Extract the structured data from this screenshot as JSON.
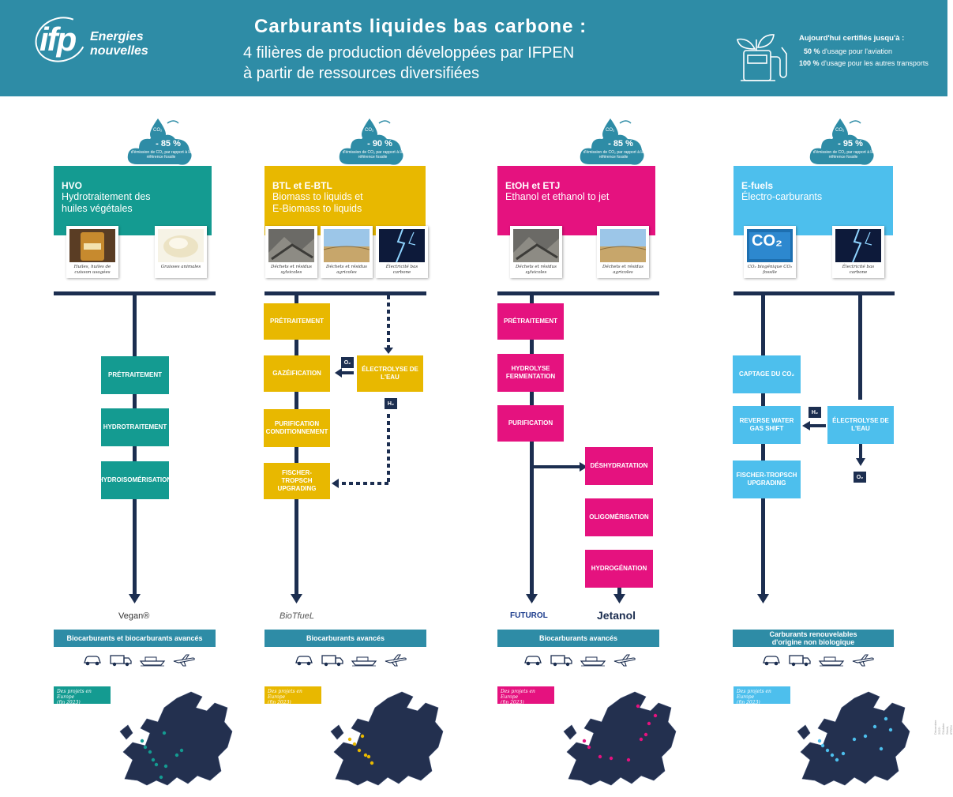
{
  "header": {
    "logo_mark": "ifp",
    "logo_line1": "Energies",
    "logo_line2": "nouvelles",
    "title": "Carburants liquides bas carbone :",
    "subtitle_line1": "4 filières de production développées par IFPEN",
    "subtitle_line2": "à partir de ressources diversifiées",
    "cert_title": "Aujourd'hui certifiés jusqu'à :",
    "cert_aviation_pct": "50 %",
    "cert_aviation_text": "d'usage pour l'aviation",
    "cert_other_pct": "100 %",
    "cert_other_text": "d'usage pour les autres transports",
    "cert_icon": "fuel-pump-leaves-icon"
  },
  "columns": [
    {
      "id": "hvo",
      "color": "#149b91",
      "title": "HVO",
      "subtitle1": "Hydrotraitement des",
      "subtitle2": "huiles végétales",
      "reduction": "- 85 %",
      "reduction_note": "d'émission de CO₂ par rapport à la référence fossile",
      "co2_label": "CO₂",
      "resources": [
        "Huiles, huiles de cuisson usagées",
        "Graisses animales"
      ],
      "steps": [
        "PRÉTRAITEMENT",
        "HYDROTRAITEMENT",
        "HYDROISOMÉRISATION"
      ],
      "product_logo": "Vegan®",
      "band": "Biocarburants et biocarburants avancés",
      "projects_tag1": "Des projets en Europe",
      "projects_tag2": "(fin 2023)"
    },
    {
      "id": "btl",
      "color": "#e8b800",
      "title": "BTL et E-BTL",
      "subtitle1": "Biomass to liquids et",
      "subtitle2": "E-Biomass to liquids",
      "reduction": "- 90 %",
      "reduction_note": "d'émission de CO₂ par rapport à la référence fossile",
      "co2_label": "CO₂",
      "resources": [
        "Déchets et résidus sylvicoles",
        "Déchets et résidus agricoles",
        "Électricité bas carbone"
      ],
      "steps": [
        "PRÉTRAITEMENT",
        "GAZÉIFICATION",
        "PURIFICATION CONDITIONNEMENT",
        "FISCHER-TROPSCH UPGRADING"
      ],
      "side_step": "ÉLECTROLYSE DE L'EAU",
      "gas_o2": "O₂",
      "gas_h2": "H₂",
      "product_logo": "BioTfueL",
      "band": "Biocarburants avancés",
      "projects_tag1": "Des projets en Europe",
      "projects_tag2": "(fin 2023)"
    },
    {
      "id": "etoh",
      "color": "#e5127f",
      "title": "EtOH et ETJ",
      "subtitle1": "Ethanol et ethanol to jet",
      "subtitle2": "",
      "reduction": "- 85 %",
      "reduction_note": "d'émission de CO₂ par rapport à la référence fossile",
      "co2_label": "CO₂",
      "resources": [
        "Déchets et résidus sylvicoles",
        "Déchets et résidus agricoles"
      ],
      "steps": [
        "PRÉTRAITEMENT",
        "HYDROLYSE FERMENTATION",
        "PURIFICATION"
      ],
      "side_steps": [
        "DÉSHYDRATATION",
        "OLIGOMÉRISATION",
        "HYDROGÉNATION"
      ],
      "product_logo": "FUTUROL",
      "product_logo2": "Jetanol",
      "band": "Biocarburants avancés",
      "projects_tag1": "Des projets en Europe",
      "projects_tag2": "(fin 2023)"
    },
    {
      "id": "efuels",
      "color": "#4dbfed",
      "title": "E-fuels",
      "subtitle1": "Électro-carburants",
      "subtitle2": "",
      "reduction": "- 95 %",
      "reduction_note": "d'émission de CO₂ par rapport à la référence fossile",
      "co2_label": "CO₂",
      "resources": [
        "CO₂ biogénique CO₂ fossile",
        "Électricité bas carbone"
      ],
      "resource_co2_label": "CO₂",
      "steps": [
        "CAPTAGE DU CO₂",
        "REVERSE WATER GAS SHIFT",
        "FISCHER-TROPSCH UPGRADING"
      ],
      "side_step": "ÉLECTROLYSE DE L'EAU",
      "gas_h2": "H₂",
      "gas_o2": "O₂",
      "band1": "Carburants renouvelables",
      "band2": "d'origine non biologique",
      "projects_tag1": "Des projets en Europe",
      "projects_tag2": "(fin 2023)"
    }
  ],
  "transport_icons": [
    "car-icon",
    "truck-icon",
    "ship-icon",
    "plane-icon"
  ],
  "footer_side": "Décembre 2023 · ©Adobe Stock, IFPEN"
}
